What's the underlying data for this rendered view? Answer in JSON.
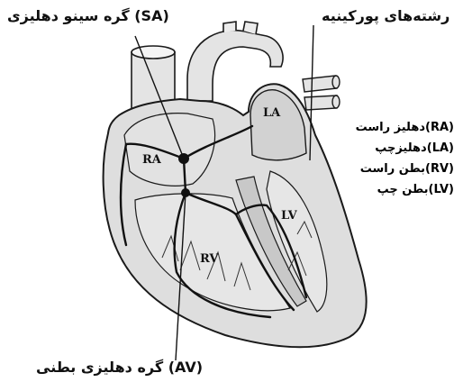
{
  "labels": {
    "sa_node": "(SA) گره سینو دهلیزی",
    "purkinje": "رشته‌های پورکینیه",
    "av_node": "(AV) گره دهلیزی بطنی"
  },
  "chambers": {
    "ra": "RA",
    "la": "LA",
    "rv": "RV",
    "lv": "LV"
  },
  "legend": [
    {
      "abbr": "(RA)",
      "text": "دهلیز راست"
    },
    {
      "abbr": "(LA)",
      "text": "دهلیزچپ"
    },
    {
      "abbr": "(RV)",
      "text": "بطن راست"
    },
    {
      "abbr": "(LV)",
      "text": "بطن چپ"
    }
  ],
  "colors": {
    "fill": "#dedede",
    "stroke": "#1a1a1a"
  }
}
